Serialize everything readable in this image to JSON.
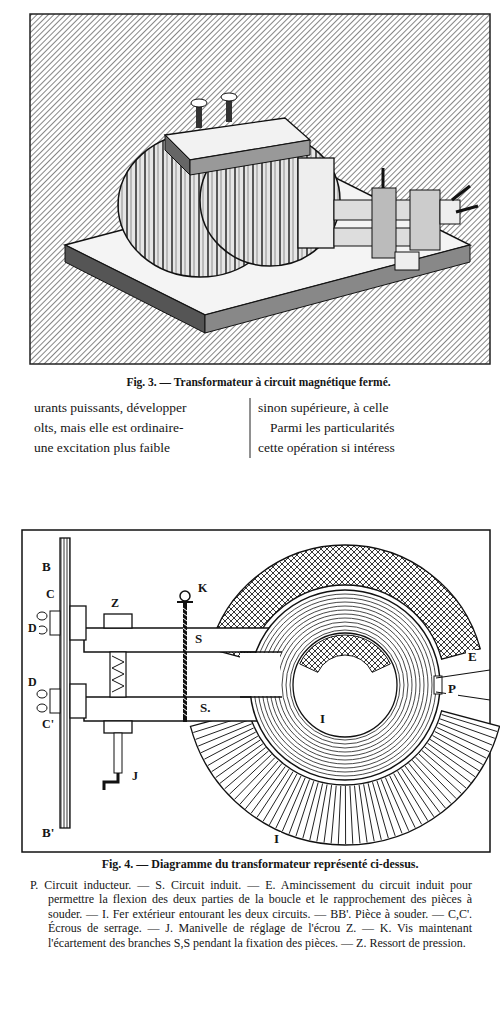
{
  "diagram": {
    "caption": "Fig. 4. — Diagramme du transformateur représenté ci-dessus.",
    "labels": [
      "Fig. 3. — Transformateur à circuit magnétique fermé.",
      "urants puissants, développer",
      "olts, mais elle est ordinaire-",
      "une excitation plus faible",
      "sinon supérieure, à celle",
      "Parmi les particularités",
      "cette opération si intéress",
      "B",
      "C",
      "D",
      "D",
      "C'",
      "B'",
      "Z",
      "K",
      "J",
      "S",
      "S.",
      "P",
      "E",
      "I",
      "I",
      "P. Circuit inducteur. —",
      "S. Circuit induit. —",
      "E. Amincissement du circuit induit pour permettre la flexion des deux parties de la boucle et le rapprochement des pièces à souder. —",
      "I. Fer extérieur entourant les deux circuits. —",
      "BB'. Pièce à souder. —",
      "C,C'. Écrous de serrage. —",
      "J. Manivelle de réglage de l'écrou Z. —",
      "K. Vis maintenant l'écartement des branches S,S pendant la fixation des pièces. —",
      "Z. Ressort de pression."
    ]
  }
}
